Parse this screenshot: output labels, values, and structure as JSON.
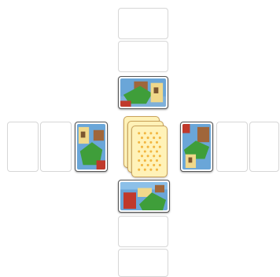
{
  "board": {
    "theme_colors": {
      "slot_border": "#d6d6d6",
      "card_back": "#fff2b8",
      "card_back_pattern": "#f2b640",
      "art_sky": "#6aa6d8",
      "art_green": "#3f9e3a",
      "art_brown": "#a0663a",
      "art_red": "#c0392b"
    },
    "north": {
      "face_up": "landscape-card",
      "empty_slots": 2
    },
    "south": {
      "face_up": "landscape-card",
      "empty_slots": 2
    },
    "west": {
      "face_up": "landscape-card",
      "empty_slots": 2
    },
    "east": {
      "face_up": "landscape-card",
      "empty_slots": 2
    },
    "center_deck": {
      "cards": 3,
      "face": "down"
    }
  }
}
